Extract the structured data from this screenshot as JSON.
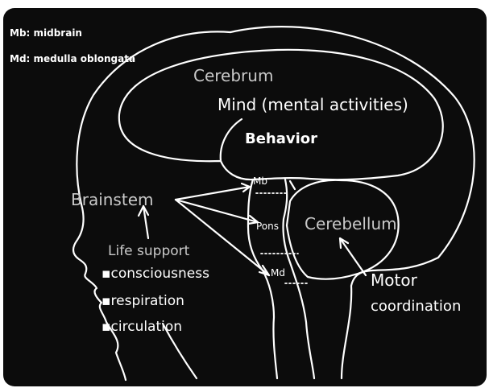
{
  "notes": {
    "mb": "Mb: midbrain",
    "md": "Md: medulla oblongata"
  },
  "labels": {
    "cerebrum": "Cerebrum",
    "mind": "Mind (mental activities)",
    "behavior": "Behavior",
    "brainstem": "Brainstem",
    "mb": "Mb",
    "pons": "Pons",
    "md": "Md",
    "cerebellum": "Cerebellum",
    "life_support": "Life support",
    "consciousness": "consciousness",
    "respiration": "respiration",
    "circulation": "circulation",
    "motor": "Motor",
    "coordination": "coordination"
  },
  "colors": {
    "background": "#0c0c0c",
    "outline": "#ffffff",
    "gray_text": "#c9c9c9"
  }
}
